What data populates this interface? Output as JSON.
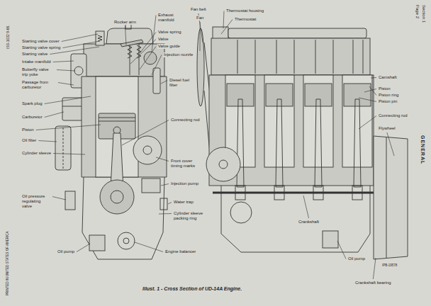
{
  "diagram": {
    "caption": "Illust. 1 - Cross Section of UD-14A Engine.",
    "labels": [
      "ISS-1032 9-66.",
      "Starting valve cover",
      "Starting valve spring",
      "Starting valve",
      "Intake manifold",
      "Butterfly valve trip yoke",
      "Passage from carburetor",
      "Spark plug",
      "Carburetor",
      "Piston",
      "Oil filter",
      "Cylinder sleeve",
      "Oil pressure regulating valve",
      "Oil pump",
      "Rocker arm",
      "Exhaust manifold",
      "Valve spring",
      "Valve",
      "Valve guide",
      "Injection nozzle",
      "Diesel fuel filter",
      "Connecting rod",
      "Front cover timing marks",
      "Injection pump",
      "Water trap",
      "Cylinder sleeve packing ring",
      "Engine balancer",
      "Fan belt",
      "Fan",
      "Thermostat housing",
      "Thermostat",
      "Camshaft",
      "Piston",
      "Piston ring",
      "Piston pin",
      "Connecting rod",
      "Flywheel",
      "Crankshaft",
      "Oil pump",
      "Crankshaft bearing",
      "IPB-19578",
      "PRINTED IN UNITED STATES OF AMERICA",
      "Section 1",
      "Page 2",
      "GENERAL"
    ]
  }
}
